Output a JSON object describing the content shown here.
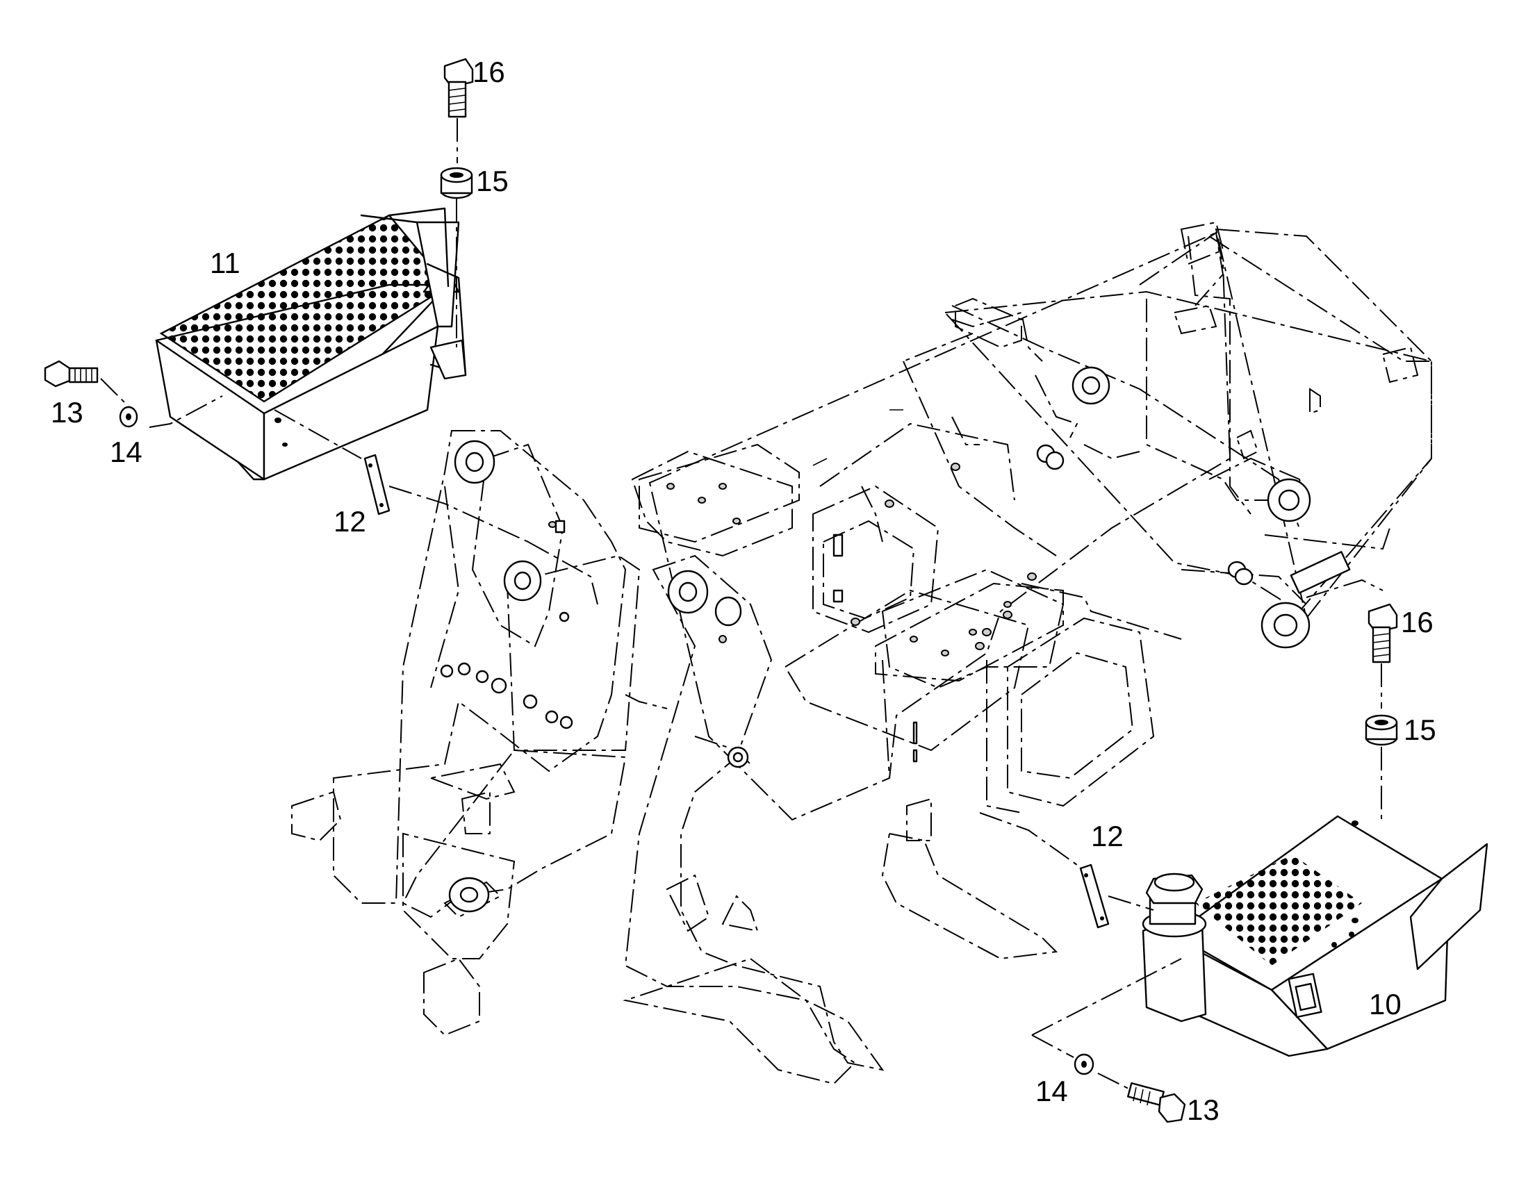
{
  "labels": {
    "left_group": {
      "bolt_top": "16",
      "spacer_top": "15",
      "step_box": "11",
      "bolt_side": "13",
      "washer": "14",
      "bracket": "12"
    },
    "right_group": {
      "bolt_top": "16",
      "spacer_top": "15",
      "bracket": "12",
      "tank_box": "10",
      "washer": "14",
      "bolt_side": "13"
    }
  }
}
